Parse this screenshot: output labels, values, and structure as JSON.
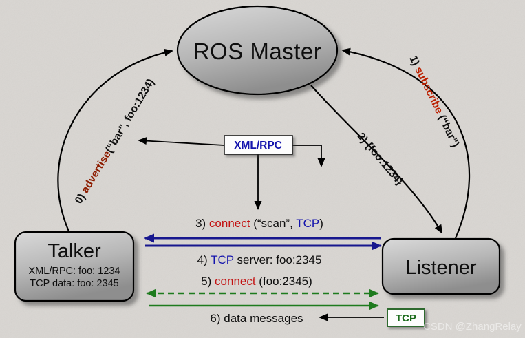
{
  "diagram": {
    "description": "ROS Master topic connection negotiation between Talker and Listener"
  },
  "nodes": {
    "ros_master": {
      "label": "ROS Master"
    },
    "talker": {
      "title": "Talker",
      "line1": "XML/RPC: foo: 1234",
      "line2": "TCP data: foo: 2345"
    },
    "listener": {
      "label": "Listener"
    },
    "xmlrpc": {
      "label": "XML/RPC"
    },
    "tcp": {
      "label": "TCP"
    }
  },
  "labels": {
    "advertise": {
      "num": "0) ",
      "keyword": "advertise",
      "rest": "(“bar”, foo:1234)"
    },
    "subscribe": {
      "num": "1) ",
      "keyword": "subscribe",
      "rest": " (“bar”)"
    },
    "response": {
      "text": "2) {foo:1234}"
    },
    "connect_scan": {
      "num": "3) ",
      "keyword": "connect",
      "mid": " (“scan”, ",
      "tcp": "TCP",
      "end": ")"
    },
    "tcp_server": {
      "num": "4) ",
      "tcp": "TCP",
      "rest": " server: foo:2345"
    },
    "connect_foo": {
      "num": "5) ",
      "keyword": "connect",
      "rest": " (foo:2345)"
    },
    "data_messages": {
      "text": "6) data messages"
    }
  },
  "colors": {
    "background": "#d9d6d2",
    "node_fill": "#b5b5b5",
    "edge_black": "#000000",
    "edge_blue": "#17178e",
    "edge_green": "#1e7b1e",
    "keyword_red": "#c31212",
    "keyword_maroon": "#8d1c00",
    "xmlrpc_blue": "#1414ad",
    "tcp_green": "#1b6b1b"
  },
  "watermark": "CSDN @ZhangRelay"
}
